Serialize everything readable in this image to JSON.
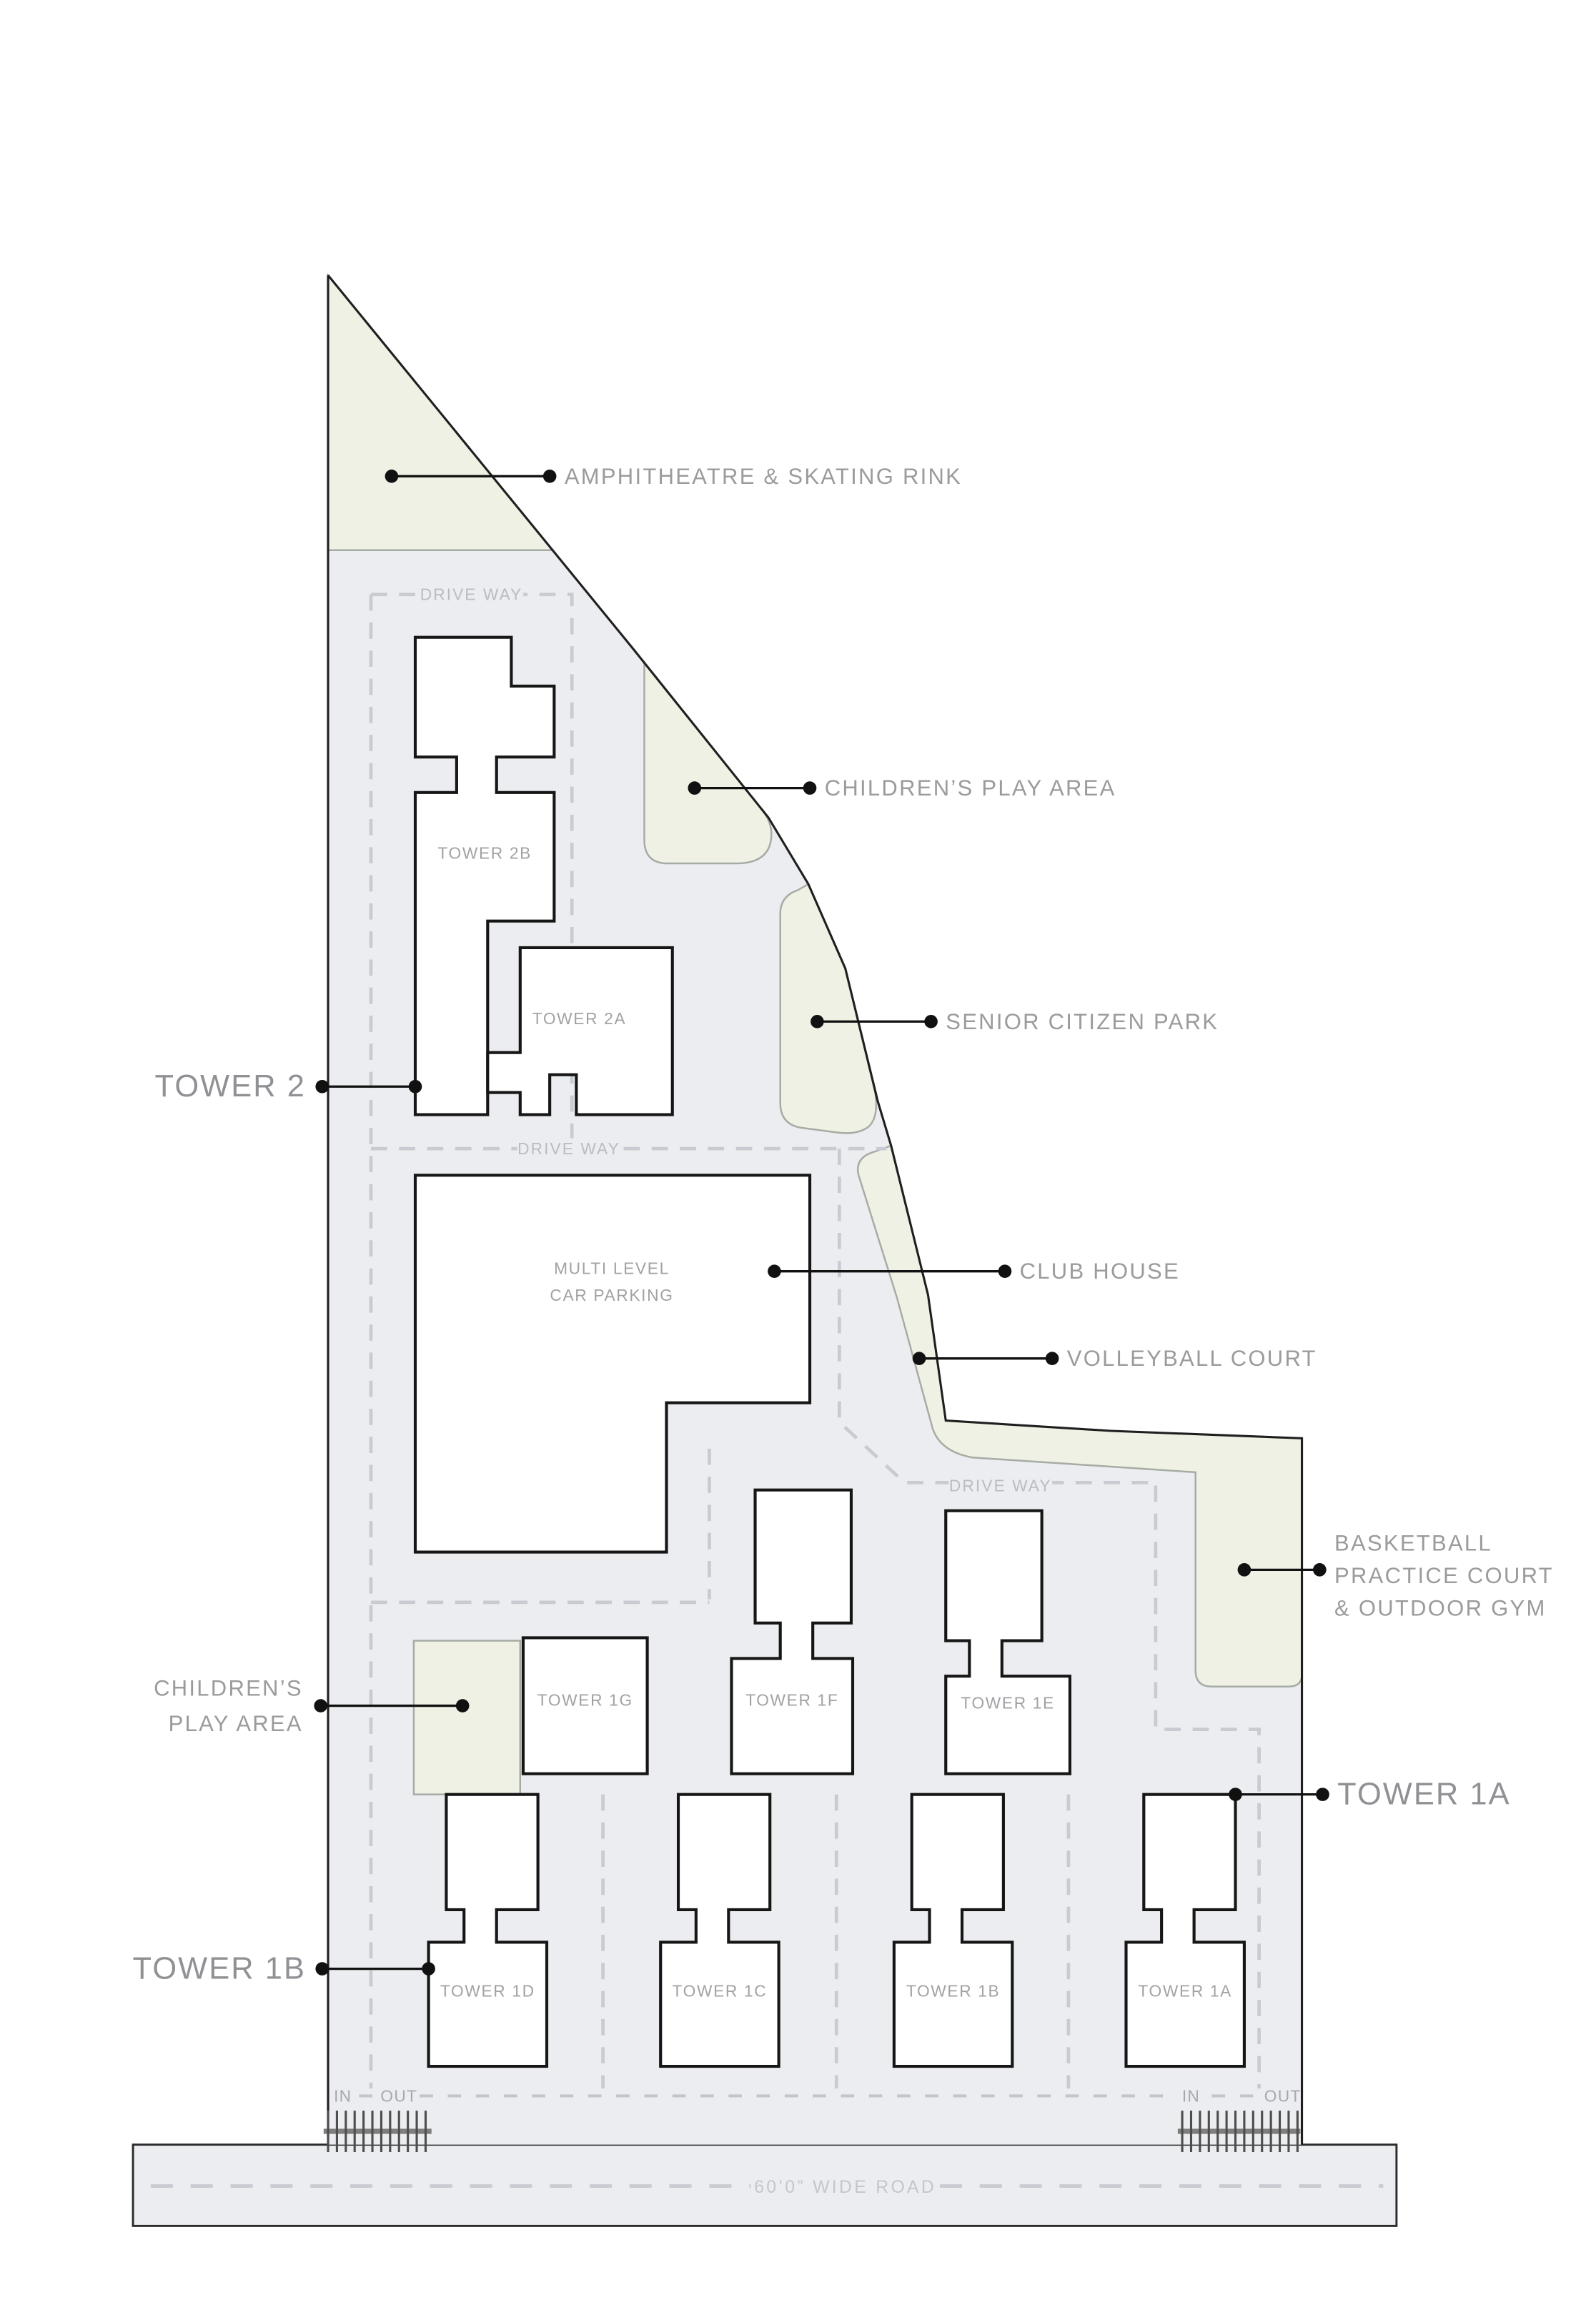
{
  "title": "Residential masterplan site layout",
  "colors": {
    "background": "#ffffff",
    "site_fill": "#ecedf0",
    "green_fill": "#eff1e5",
    "green_stroke": "#a6aca4",
    "boundary": "#1f1f1f",
    "building_fill": "#ffffff",
    "building_stroke": "#161616",
    "driveway_dash": "#c8cbd1",
    "label_gray": "#9b9b9b"
  },
  "callouts": {
    "amphitheatre": "AMPHITHEATRE & SKATING RINK",
    "childrens_top": "CHILDREN’S PLAY AREA",
    "senior": "SENIOR CITIZEN PARK",
    "tower2": "TOWER 2",
    "clubhouse": "CLUB HOUSE",
    "volleyball": "VOLLEYBALL COURT",
    "basketball_l1": "BASKETBALL",
    "basketball_l2": "PRACTICE COURT",
    "basketball_l3": "& OUTDOOR GYM",
    "childrens_left_l1": "CHILDREN’S",
    "childrens_left_l2": "PLAY AREA",
    "tower1a": "TOWER 1A",
    "tower1b": "TOWER 1B"
  },
  "buildings": {
    "tower_2b": "TOWER 2B",
    "tower_2a": "TOWER 2A",
    "parking_l1": "MULTI LEVEL",
    "parking_l2": "CAR PARKING",
    "tower_1g": "TOWER 1G",
    "tower_1f": "TOWER 1F",
    "tower_1e": "TOWER 1E",
    "tower_1d": "TOWER 1D",
    "tower_1c": "TOWER 1C",
    "tower_1b": "TOWER 1B",
    "tower_1a": "TOWER 1A"
  },
  "roads": {
    "drive_way": "DRIVE WAY",
    "wide_road": "60’0” WIDE ROAD",
    "gate_in": "IN",
    "gate_out": "OUT"
  }
}
